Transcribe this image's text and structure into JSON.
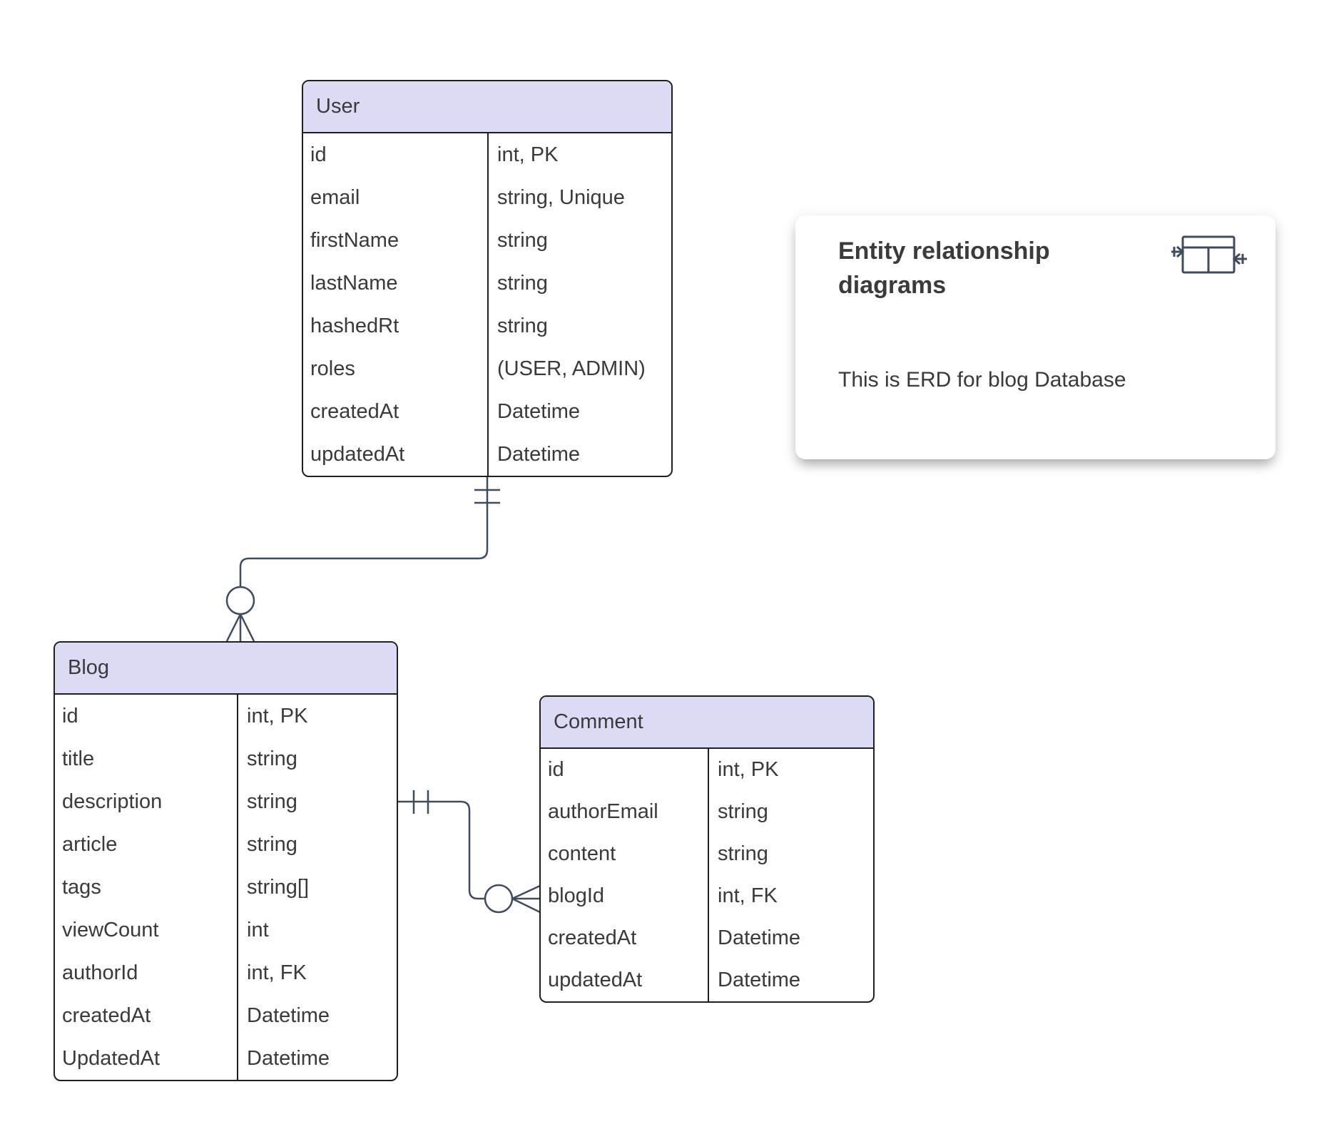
{
  "tables": {
    "user": {
      "title": "User",
      "rows": [
        {
          "name": "id",
          "type": "int, PK"
        },
        {
          "name": "email",
          "type": "string, Unique"
        },
        {
          "name": "firstName",
          "type": "string"
        },
        {
          "name": "lastName",
          "type": "string"
        },
        {
          "name": "hashedRt",
          "type": "string"
        },
        {
          "name": "roles",
          "type": "(USER, ADMIN)"
        },
        {
          "name": "createdAt",
          "type": "Datetime"
        },
        {
          "name": "updatedAt",
          "type": "Datetime"
        }
      ]
    },
    "blog": {
      "title": "Blog",
      "rows": [
        {
          "name": "id",
          "type": "int, PK"
        },
        {
          "name": "title",
          "type": "string"
        },
        {
          "name": "description",
          "type": "string"
        },
        {
          "name": "article",
          "type": "string"
        },
        {
          "name": "tags",
          "type": "string[]"
        },
        {
          "name": "viewCount",
          "type": "int"
        },
        {
          "name": "authorId",
          "type": "int, FK"
        },
        {
          "name": "createdAt",
          "type": "Datetime"
        },
        {
          "name": "UpdatedAt",
          "type": "Datetime"
        }
      ]
    },
    "comment": {
      "title": "Comment",
      "rows": [
        {
          "name": "id",
          "type": "int, PK"
        },
        {
          "name": "authorEmail",
          "type": "string"
        },
        {
          "name": "content",
          "type": "string"
        },
        {
          "name": "blogId",
          "type": "int, FK"
        },
        {
          "name": "createdAt",
          "type": "Datetime"
        },
        {
          "name": "updatedAt",
          "type": "Datetime"
        }
      ]
    }
  },
  "note": {
    "title": "Entity relationship diagrams",
    "body": "This is ERD for blog Database"
  },
  "relationships": [
    {
      "from": "User",
      "to": "Blog",
      "from_cardinality": "one and only one",
      "to_cardinality": "zero or many"
    },
    {
      "from": "Blog",
      "to": "Comment",
      "from_cardinality": "one and only one",
      "to_cardinality": "zero or many"
    }
  ],
  "icons": {
    "note_icon": "table-with-cardinality-arrows-icon"
  },
  "colors": {
    "header_fill": "#dcdbf6",
    "table_border": "#1f1f1f",
    "table_text": "#3a3a3a",
    "connector": "#3f4b5e",
    "marker_pink": "#e62aa5",
    "note_title": "#3b3b3b",
    "card_bg": "#ffffff"
  }
}
